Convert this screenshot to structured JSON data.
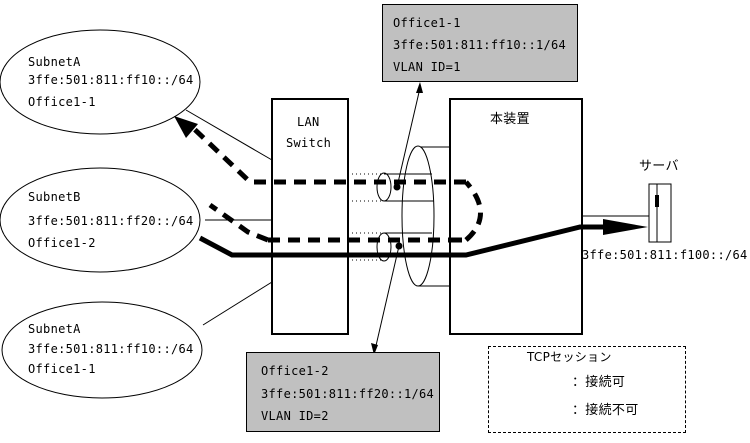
{
  "subnets": [
    {
      "name": "SubnetA",
      "prefix": "3ffe:501:811:ff10::/64",
      "office": "Office1-1"
    },
    {
      "name": "SubnetB",
      "prefix": "3ffe:501:811:ff20::/64",
      "office": "Office1-2"
    },
    {
      "name": "SubnetA",
      "prefix": "3ffe:501:811:ff10::/64",
      "office": "Office1-1"
    }
  ],
  "lan_switch": {
    "line1": "LAN",
    "line2": "Switch"
  },
  "device": {
    "label": "本装置"
  },
  "server": {
    "label": "サーバ",
    "address": "3ffe:501:811:f100::/64"
  },
  "vlan_boxes": [
    {
      "office": "Office1-1",
      "address": "3ffe:501:811:ff10::1/64",
      "vlan": "VLAN ID=1"
    },
    {
      "office": "Office1-2",
      "address": "3ffe:501:811:ff20::1/64",
      "vlan": "VLAN ID=2"
    }
  ],
  "legend": {
    "title": "TCPセッション",
    "items": [
      {
        "style": "solid",
        "label": "：接続可"
      },
      {
        "style": "dashed",
        "label": "：接続不可"
      }
    ]
  },
  "colors": {
    "box_fill": "#c0c0c0",
    "line": "#000000"
  }
}
